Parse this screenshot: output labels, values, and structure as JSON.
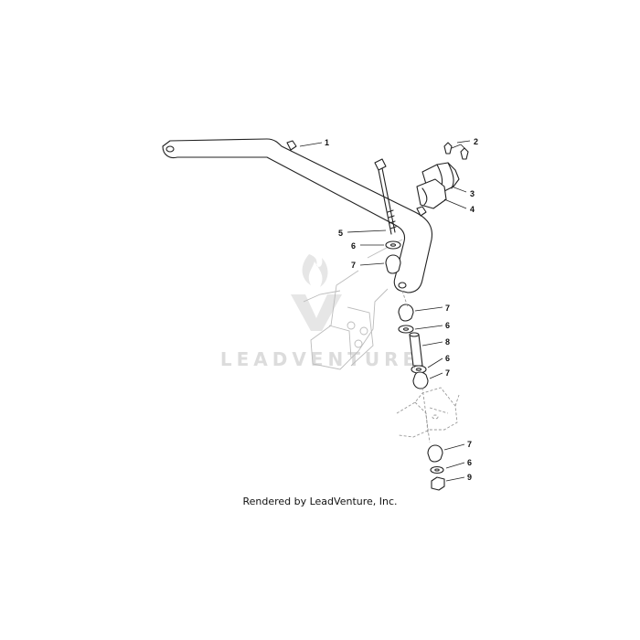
{
  "callouts": [
    {
      "id": "c1",
      "number": "1"
    },
    {
      "id": "c2",
      "number": "2"
    },
    {
      "id": "c3",
      "number": "3"
    },
    {
      "id": "c4",
      "number": "4"
    },
    {
      "id": "c5",
      "number": "5"
    },
    {
      "id": "c6a",
      "number": "6"
    },
    {
      "id": "c7a",
      "number": "7"
    },
    {
      "id": "c7b",
      "number": "7"
    },
    {
      "id": "c6b",
      "number": "6"
    },
    {
      "id": "c8",
      "number": "8"
    },
    {
      "id": "c6c",
      "number": "6"
    },
    {
      "id": "c7c",
      "number": "7"
    },
    {
      "id": "c7d",
      "number": "7"
    },
    {
      "id": "c6d",
      "number": "6"
    },
    {
      "id": "c9",
      "number": "9"
    }
  ],
  "watermark": {
    "text": "LEADVENTURE"
  },
  "credit": "Rendered by LeadVenture, Inc.",
  "colors": {
    "line": "#222222",
    "watermark": "#dcdcdc",
    "background": "#ffffff"
  }
}
